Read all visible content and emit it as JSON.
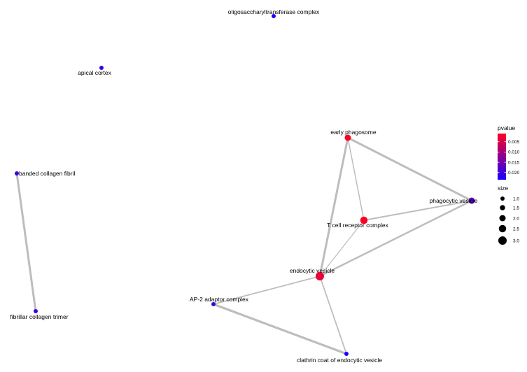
{
  "network": {
    "nodes": [
      {
        "id": "oligo",
        "label": "oligosaccharyltransferase complex",
        "pvalue": 0.0235,
        "size": 1
      },
      {
        "id": "apical",
        "label": "apical cortex",
        "pvalue": 0.0205,
        "size": 1
      },
      {
        "id": "banded",
        "label": "banded collagen fibril",
        "pvalue": 0.0205,
        "size": 1
      },
      {
        "id": "fibrillar",
        "label": "fibrillar collagen trimer",
        "pvalue": 0.0205,
        "size": 1
      },
      {
        "id": "early",
        "label": "early phagosome",
        "pvalue": 0.0015,
        "size": 2
      },
      {
        "id": "phago",
        "label": "phagocytic vesicle",
        "pvalue": 0.0175,
        "size": 2
      },
      {
        "id": "tcell",
        "label": "T cell receptor complex",
        "pvalue": 0.001,
        "size": 2.5
      },
      {
        "id": "endo",
        "label": "endocytic vesicle",
        "pvalue": 0.003,
        "size": 3
      },
      {
        "id": "ap2",
        "label": "AP-2 adaptor complex",
        "pvalue": 0.0205,
        "size": 1
      },
      {
        "id": "clathrin",
        "label": "clathrin coat of endocytic vesicle",
        "pvalue": 0.0235,
        "size": 1
      }
    ],
    "edges": [
      {
        "source": "banded",
        "target": "fibrillar",
        "weight": 3
      },
      {
        "source": "early",
        "target": "phago",
        "weight": 3
      },
      {
        "source": "early",
        "target": "endo",
        "weight": 3
      },
      {
        "source": "early",
        "target": "tcell",
        "weight": 1.5
      },
      {
        "source": "tcell",
        "target": "phago",
        "weight": 2
      },
      {
        "source": "tcell",
        "target": "endo",
        "weight": 1.2
      },
      {
        "source": "phago",
        "target": "endo",
        "weight": 2.5
      },
      {
        "source": "endo",
        "target": "ap2",
        "weight": 1.8
      },
      {
        "source": "endo",
        "target": "clathrin",
        "weight": 1.8
      },
      {
        "source": "ap2",
        "target": "clathrin",
        "weight": 3.2
      }
    ]
  },
  "legend": {
    "pvalue": {
      "title": "pvalue",
      "ticks": [
        "0.005",
        "0.010",
        "0.015",
        "0.020"
      ],
      "tick_values": [
        0.005,
        0.01,
        0.015,
        0.02
      ],
      "range": [
        0.001,
        0.0235
      ],
      "color_low": "#ff0022",
      "color_high": "#1a00ff"
    },
    "size": {
      "title": "size",
      "ticks": [
        "1.0",
        "1.5",
        "2.0",
        "2.5",
        "3.0"
      ],
      "tick_values": [
        1,
        1.5,
        2,
        2.5,
        3
      ]
    }
  },
  "colors": {
    "edge": "#bdbdbd",
    "label": "#000000",
    "background": "#ffffff"
  }
}
